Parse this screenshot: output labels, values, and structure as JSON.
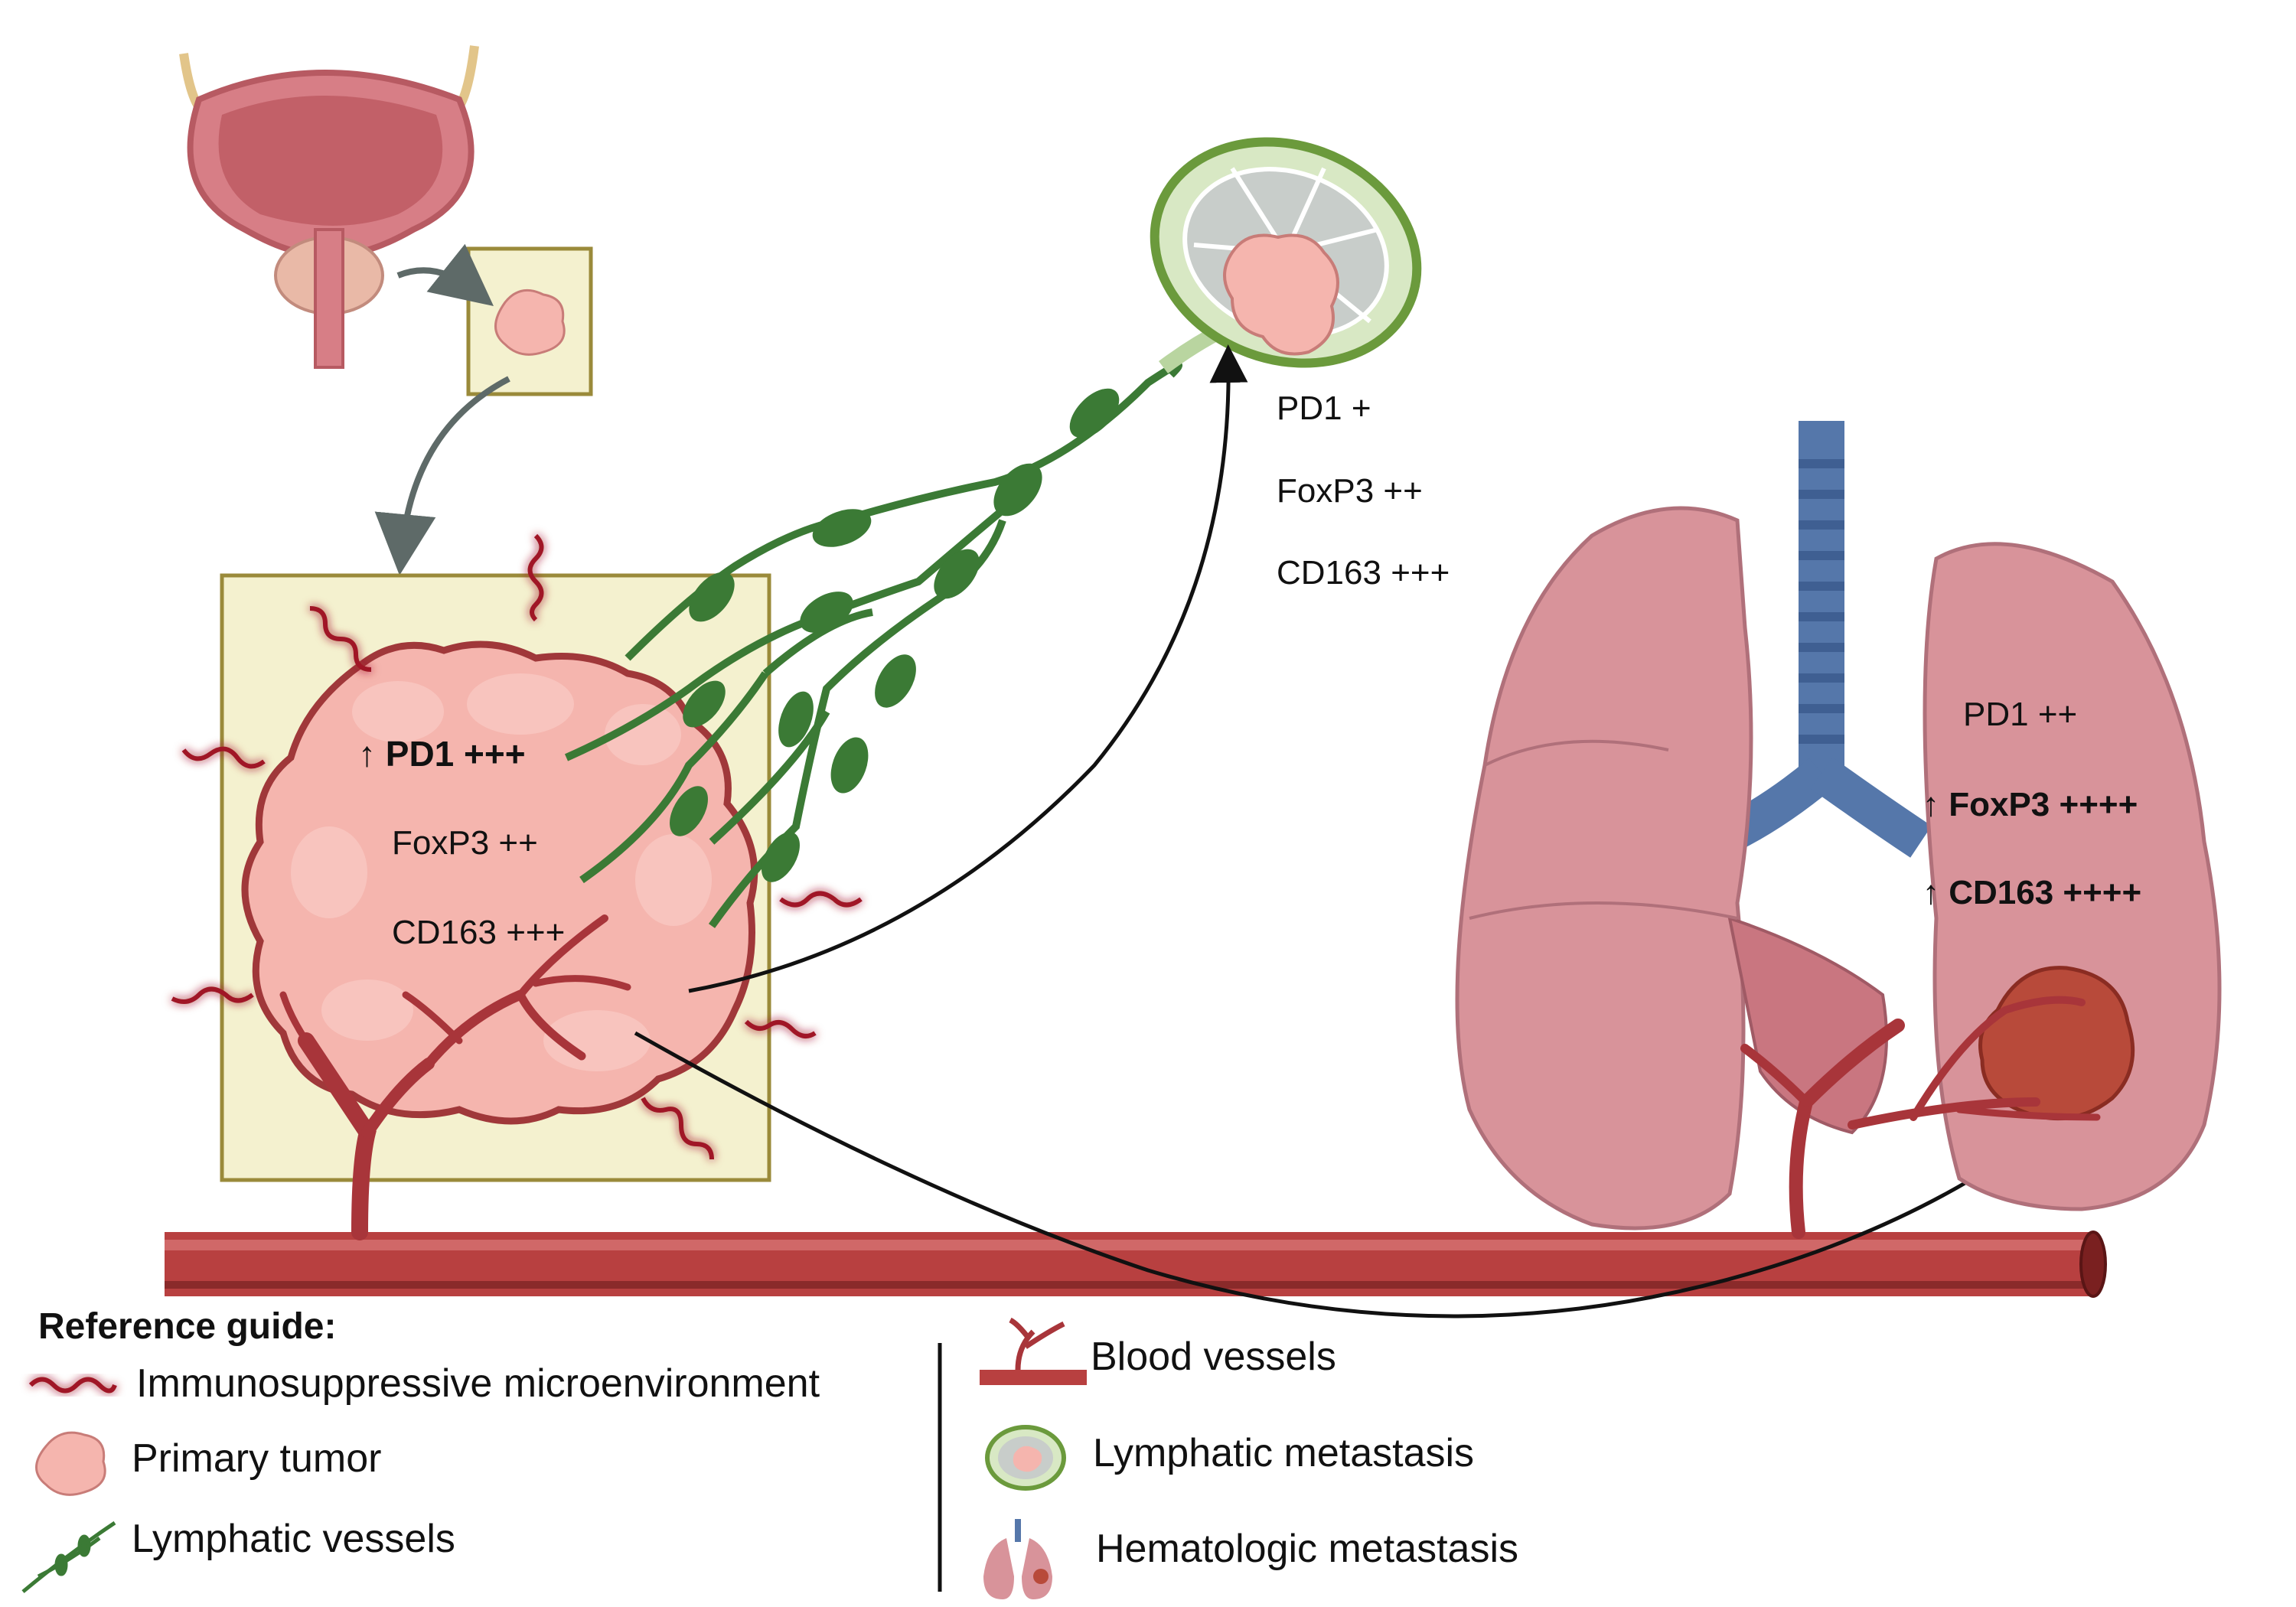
{
  "primary_tumor_markers": {
    "pd1": "↑ PD1 +++",
    "foxp3": "FoxP3 ++",
    "cd163": "CD163 +++"
  },
  "lymph_node_markers": {
    "pd1": "PD1 +",
    "foxp3": "FoxP3 ++",
    "cd163": "CD163 +++"
  },
  "lung_markers": {
    "pd1": "PD1 ++",
    "foxp3": "↑ FoxP3 ++++",
    "cd163": "↑ CD163 ++++"
  },
  "legend": {
    "title": "Reference guide:",
    "items_left": [
      {
        "icon": "immunosuppressive-wave-icon",
        "label": "Immunosuppressive microenvironment"
      },
      {
        "icon": "primary-tumor-icon",
        "label": "Primary tumor"
      },
      {
        "icon": "lymphatic-vessel-icon",
        "label": "Lymphatic vessels"
      }
    ],
    "items_right": [
      {
        "icon": "blood-vessel-icon",
        "label": "Blood vessels"
      },
      {
        "icon": "lymph-node-icon",
        "label": "Lymphatic metastasis"
      },
      {
        "icon": "lungs-icon",
        "label": "Hematologic metastasis"
      }
    ]
  },
  "colors": {
    "box_fill": "#f4f1cf",
    "box_border": "#9a8a3a",
    "tumor": "#f5b5ae",
    "tumor_border": "#a0383a",
    "lymph": "#3b7a35",
    "vessel": "#b23a3a",
    "lung": "#d8939a",
    "trachea": "#5577aa",
    "metastasis": "#b84a3a"
  }
}
